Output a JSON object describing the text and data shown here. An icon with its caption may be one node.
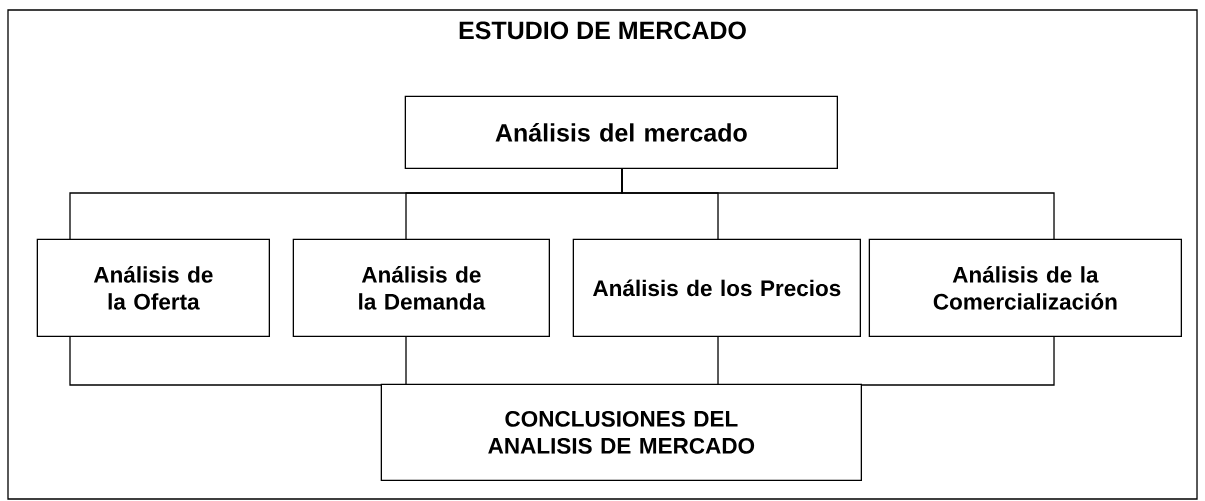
{
  "diagram": {
    "nodes": [
      {
        "text": [
          "ESTUDIO DE MERCADO"
        ]
      },
      {
        "text": [
          "Análisis del mercado"
        ],
        "in": 0
      },
      {
        "text": [
          "Análisis de la Oferta"
        ],
        "in": 0
      },
      {
        "text": [
          "Análisis de la Demanda"
        ],
        "in": 0
      },
      {
        "text": [
          "Análisis de los Precios"
        ],
        "in": 0
      },
      {
        "text": [
          "Análisis de la Comercialización"
        ],
        "in": 0
      },
      {
        "text": [
          "CONCLUSIONES DEL ANALISIS DE MERCADO"
        ],
        "in": 0
      }
    ],
    "edges": [
      {
        "from": 1,
        "to": 2,
        "arrow": "none"
      },
      {
        "from": 1,
        "to": 3,
        "arrow": "none"
      },
      {
        "from": 1,
        "to": 4,
        "arrow": "none"
      },
      {
        "from": 1,
        "to": 5,
        "arrow": "none"
      },
      {
        "from": 2,
        "to": 6,
        "arrow": "none"
      },
      {
        "from": 3,
        "to": 6,
        "arrow": "none"
      },
      {
        "from": 4,
        "to": 6,
        "arrow": "none"
      },
      {
        "from": 5,
        "to": 6,
        "arrow": "none"
      }
    ]
  }
}
